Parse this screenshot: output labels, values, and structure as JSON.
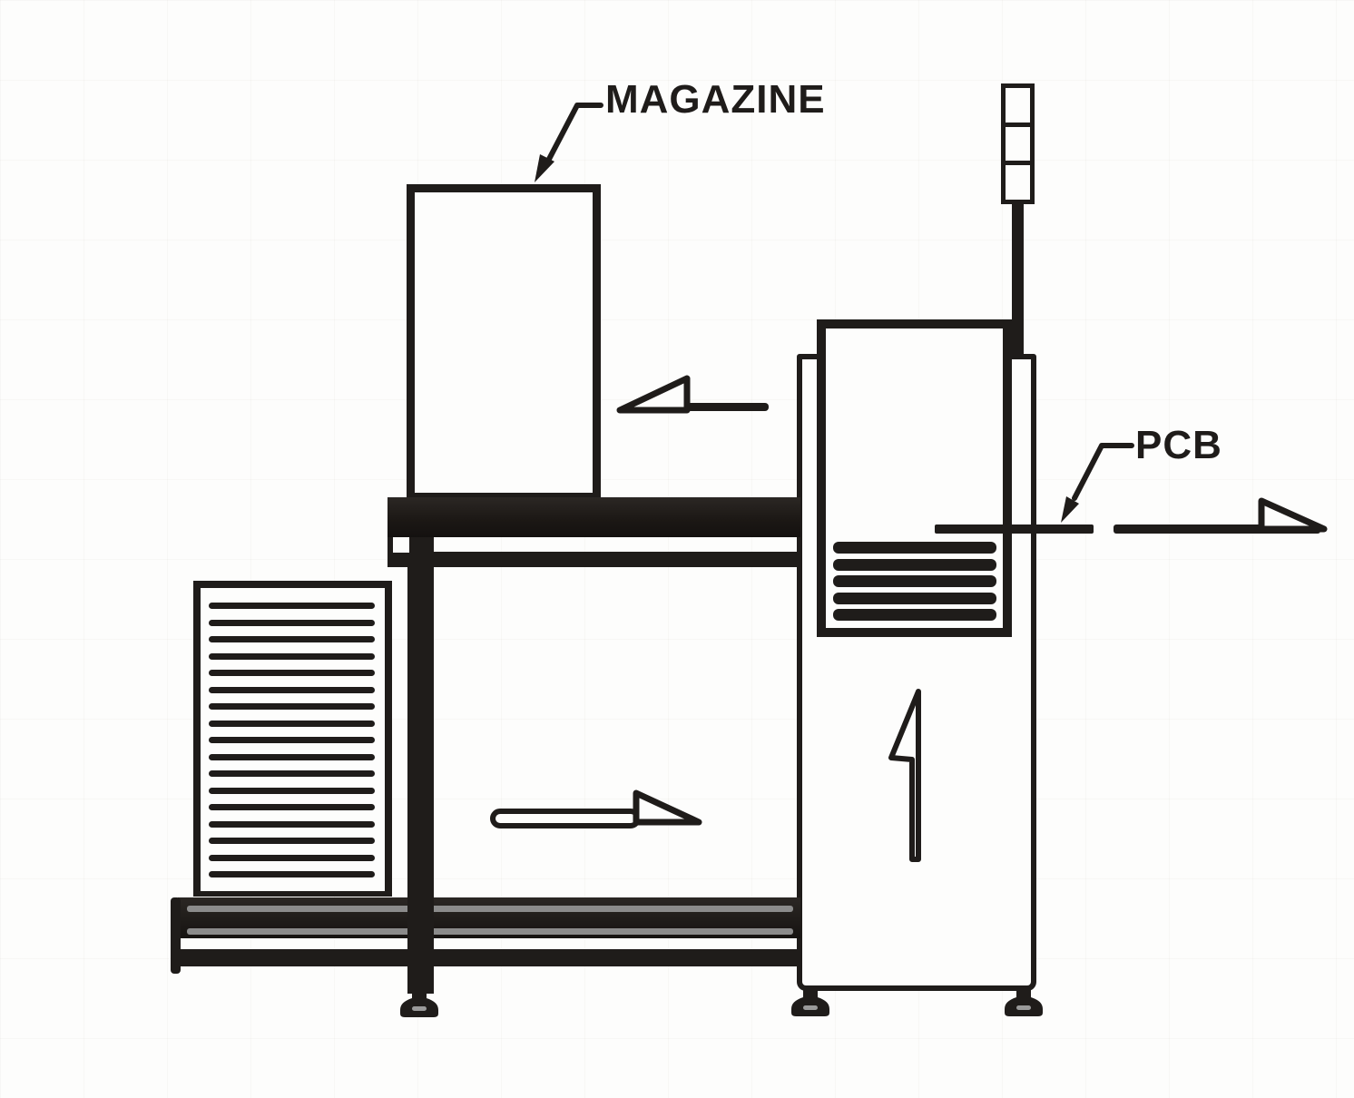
{
  "labels": {
    "magazine": "MAGAZINE",
    "pcb": "PCB"
  },
  "left_magazine": {
    "slot_count": 17
  },
  "right_magazine": {
    "slot_count": 5
  },
  "signal_light": {
    "segment_count": 3
  },
  "icons": {
    "upper_flow": "flow-arrow-left",
    "lower_flow": "flow-arrow-right",
    "tower_flow": "flow-arrow-up",
    "outfeed_flow": "flow-arrow-right",
    "leader_tip": "solid-arrowhead"
  },
  "colors": {
    "ink": "#1f1c1a",
    "paper": "#fdfdfc",
    "stripe": "#8b8b8b",
    "grid": "rgba(196,188,176,0.18)"
  }
}
